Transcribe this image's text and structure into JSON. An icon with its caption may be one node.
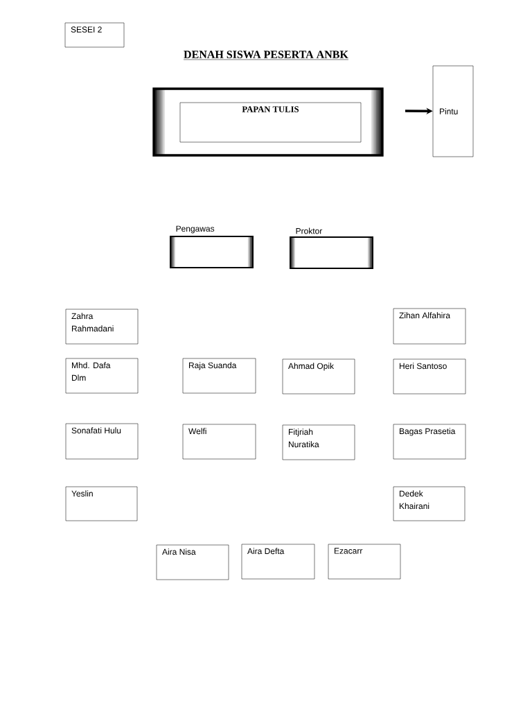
{
  "diagram": {
    "title": "DENAH SISWA PESERTA ANBK",
    "nodes": [
      {
        "text": [
          "SESEI 2"
        ]
      },
      {
        "text": [],
        "shape": "box"
      },
      {
        "text": [
          "PAPAN TULIS"
        ],
        "in": 1
      },
      {
        "text": [
          "Pintu"
        ]
      },
      {
        "text": [
          "Pengawas"
        ]
      },
      {
        "text": [
          "Proktor"
        ]
      },
      {
        "text": [
          "Zahra Rahmadani"
        ]
      },
      {
        "text": [
          "Zihan Alfahira"
        ]
      },
      {
        "text": [
          "Mhd. Dafa Dlm"
        ]
      },
      {
        "text": [
          "Raja Suanda"
        ]
      },
      {
        "text": [
          "Ahmad Opik"
        ]
      },
      {
        "text": [
          "Heri Santoso"
        ]
      },
      {
        "text": [
          "Sonafati Hulu"
        ]
      },
      {
        "text": [
          "Welfi"
        ]
      },
      {
        "text": [
          "Fitjriah Nuratika"
        ]
      },
      {
        "text": [
          "Bagas Prasetia"
        ]
      },
      {
        "text": [
          "Yeslin"
        ]
      },
      {
        "text": [
          "Dedek Khairani"
        ]
      },
      {
        "text": [
          "Aira Nisa"
        ]
      },
      {
        "text": [
          "Aira Defta"
        ]
      },
      {
        "text": [
          "Ezacarr"
        ]
      }
    ],
    "edges": [
      {
        "from": null,
        "to": 3,
        "arrow": "to"
      }
    ]
  }
}
